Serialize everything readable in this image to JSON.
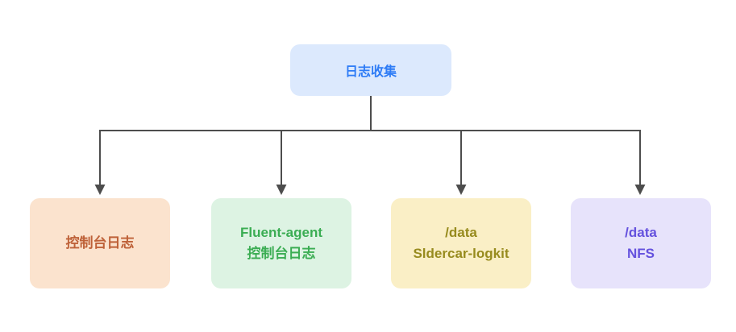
{
  "diagram": {
    "title": "log-collection-flowchart",
    "root": {
      "label": "日志收集",
      "bg_color": "#dce9fd",
      "text_color": "#2e7cf6"
    },
    "children": [
      {
        "lines": [
          "控制台日志"
        ],
        "bg_color": "#fbe3ce",
        "text_color": "#be6138"
      },
      {
        "lines": [
          "Fluent-agent",
          "控制台日志"
        ],
        "bg_color": "#ddf3e3",
        "text_color": "#3bad53"
      },
      {
        "lines": [
          "/data",
          "Sldercar-logkit"
        ],
        "bg_color": "#faefc6",
        "text_color": "#978b1e"
      },
      {
        "lines": [
          "/data",
          "NFS"
        ],
        "bg_color": "#e7e3fb",
        "text_color": "#6552de"
      }
    ],
    "connector_color": "#4d4d4d"
  }
}
